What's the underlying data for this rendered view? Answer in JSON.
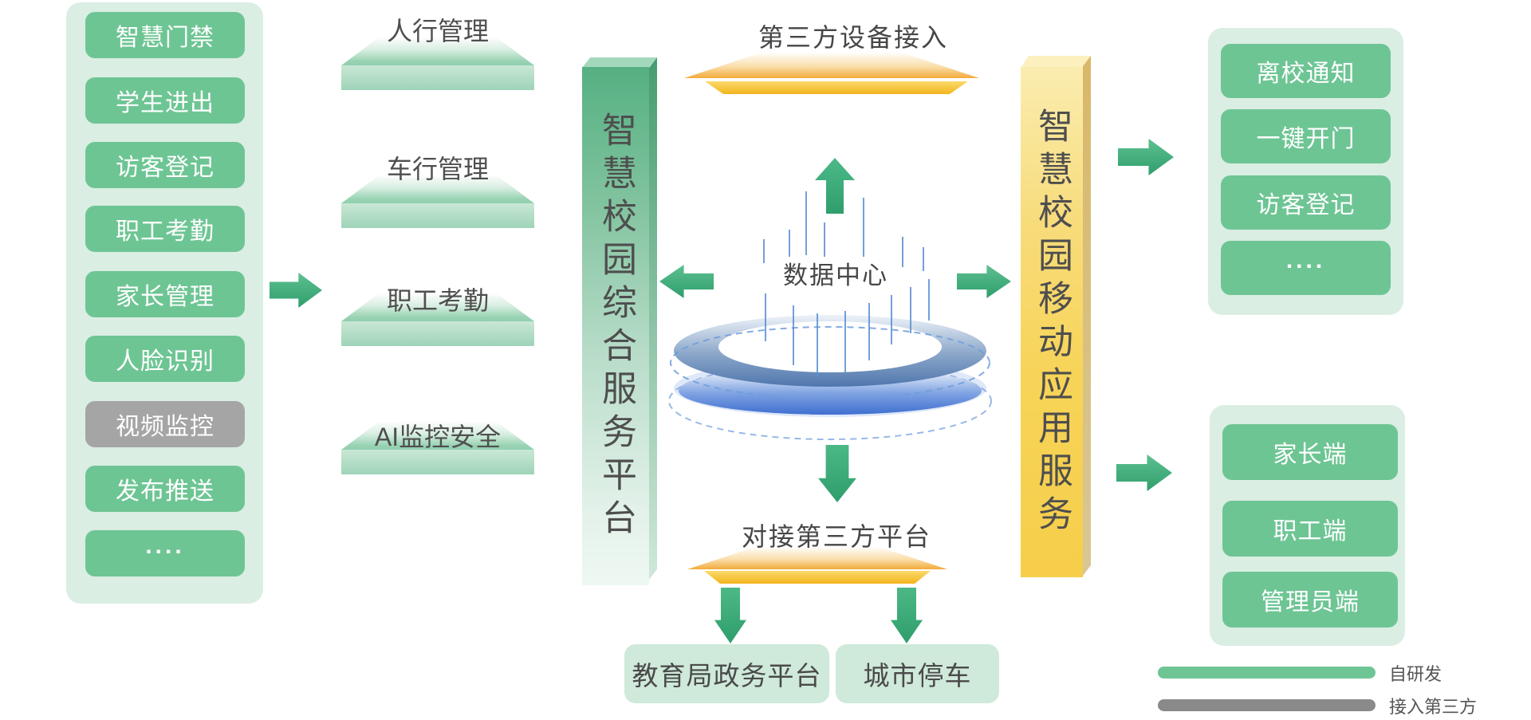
{
  "colors": {
    "node_green": "#6ec594",
    "node_gray": "#a5a5a5",
    "panel_bg": "#daeee3",
    "arrow_green": "#3fae7c",
    "pillar_green": "#55b082",
    "pillar_yellow": "#f6ce4a",
    "platform_orange": "#f2ab3a",
    "disc_blue": "#4a7ed2",
    "light_node_bg": "#cfe9da",
    "legend_gray": "#8a8a8a",
    "text_dark": "#4a4a4a"
  },
  "left_panel": {
    "items": [
      {
        "label": "智慧门禁",
        "variant": "green"
      },
      {
        "label": "学生进出",
        "variant": "green"
      },
      {
        "label": "访客登记",
        "variant": "green"
      },
      {
        "label": "职工考勤",
        "variant": "green"
      },
      {
        "label": "家长管理",
        "variant": "green"
      },
      {
        "label": "人脸识别",
        "variant": "green"
      },
      {
        "label": "视频监控",
        "variant": "gray"
      },
      {
        "label": "发布推送",
        "variant": "green"
      },
      {
        "label": "....",
        "variant": "green"
      }
    ]
  },
  "middle_platforms": {
    "items": [
      {
        "label": "人行管理"
      },
      {
        "label": "车行管理"
      },
      {
        "label": "职工考勤"
      },
      {
        "label": "AI监控安全"
      }
    ]
  },
  "pillars": {
    "left": "智慧校园综合服务平台",
    "right": "智慧校园移动应用服务"
  },
  "center": {
    "top_title": "第三方设备接入",
    "data_center_label": "数据中心",
    "bottom_title": "对接第三方平台"
  },
  "bottom_nodes": {
    "items": [
      {
        "label": "教育局政务平台"
      },
      {
        "label": "城市停车"
      }
    ]
  },
  "right_top_panel": {
    "items": [
      {
        "label": "离校通知"
      },
      {
        "label": "一键开门"
      },
      {
        "label": "访客登记"
      },
      {
        "label": "...."
      }
    ]
  },
  "right_bottom_panel": {
    "items": [
      {
        "label": "家长端"
      },
      {
        "label": "职工端"
      },
      {
        "label": "管理员端"
      }
    ]
  },
  "legend": {
    "items": [
      {
        "label": "自研发",
        "color": "#6ec594"
      },
      {
        "label": "接入第三方",
        "color": "#8a8a8a"
      }
    ]
  }
}
